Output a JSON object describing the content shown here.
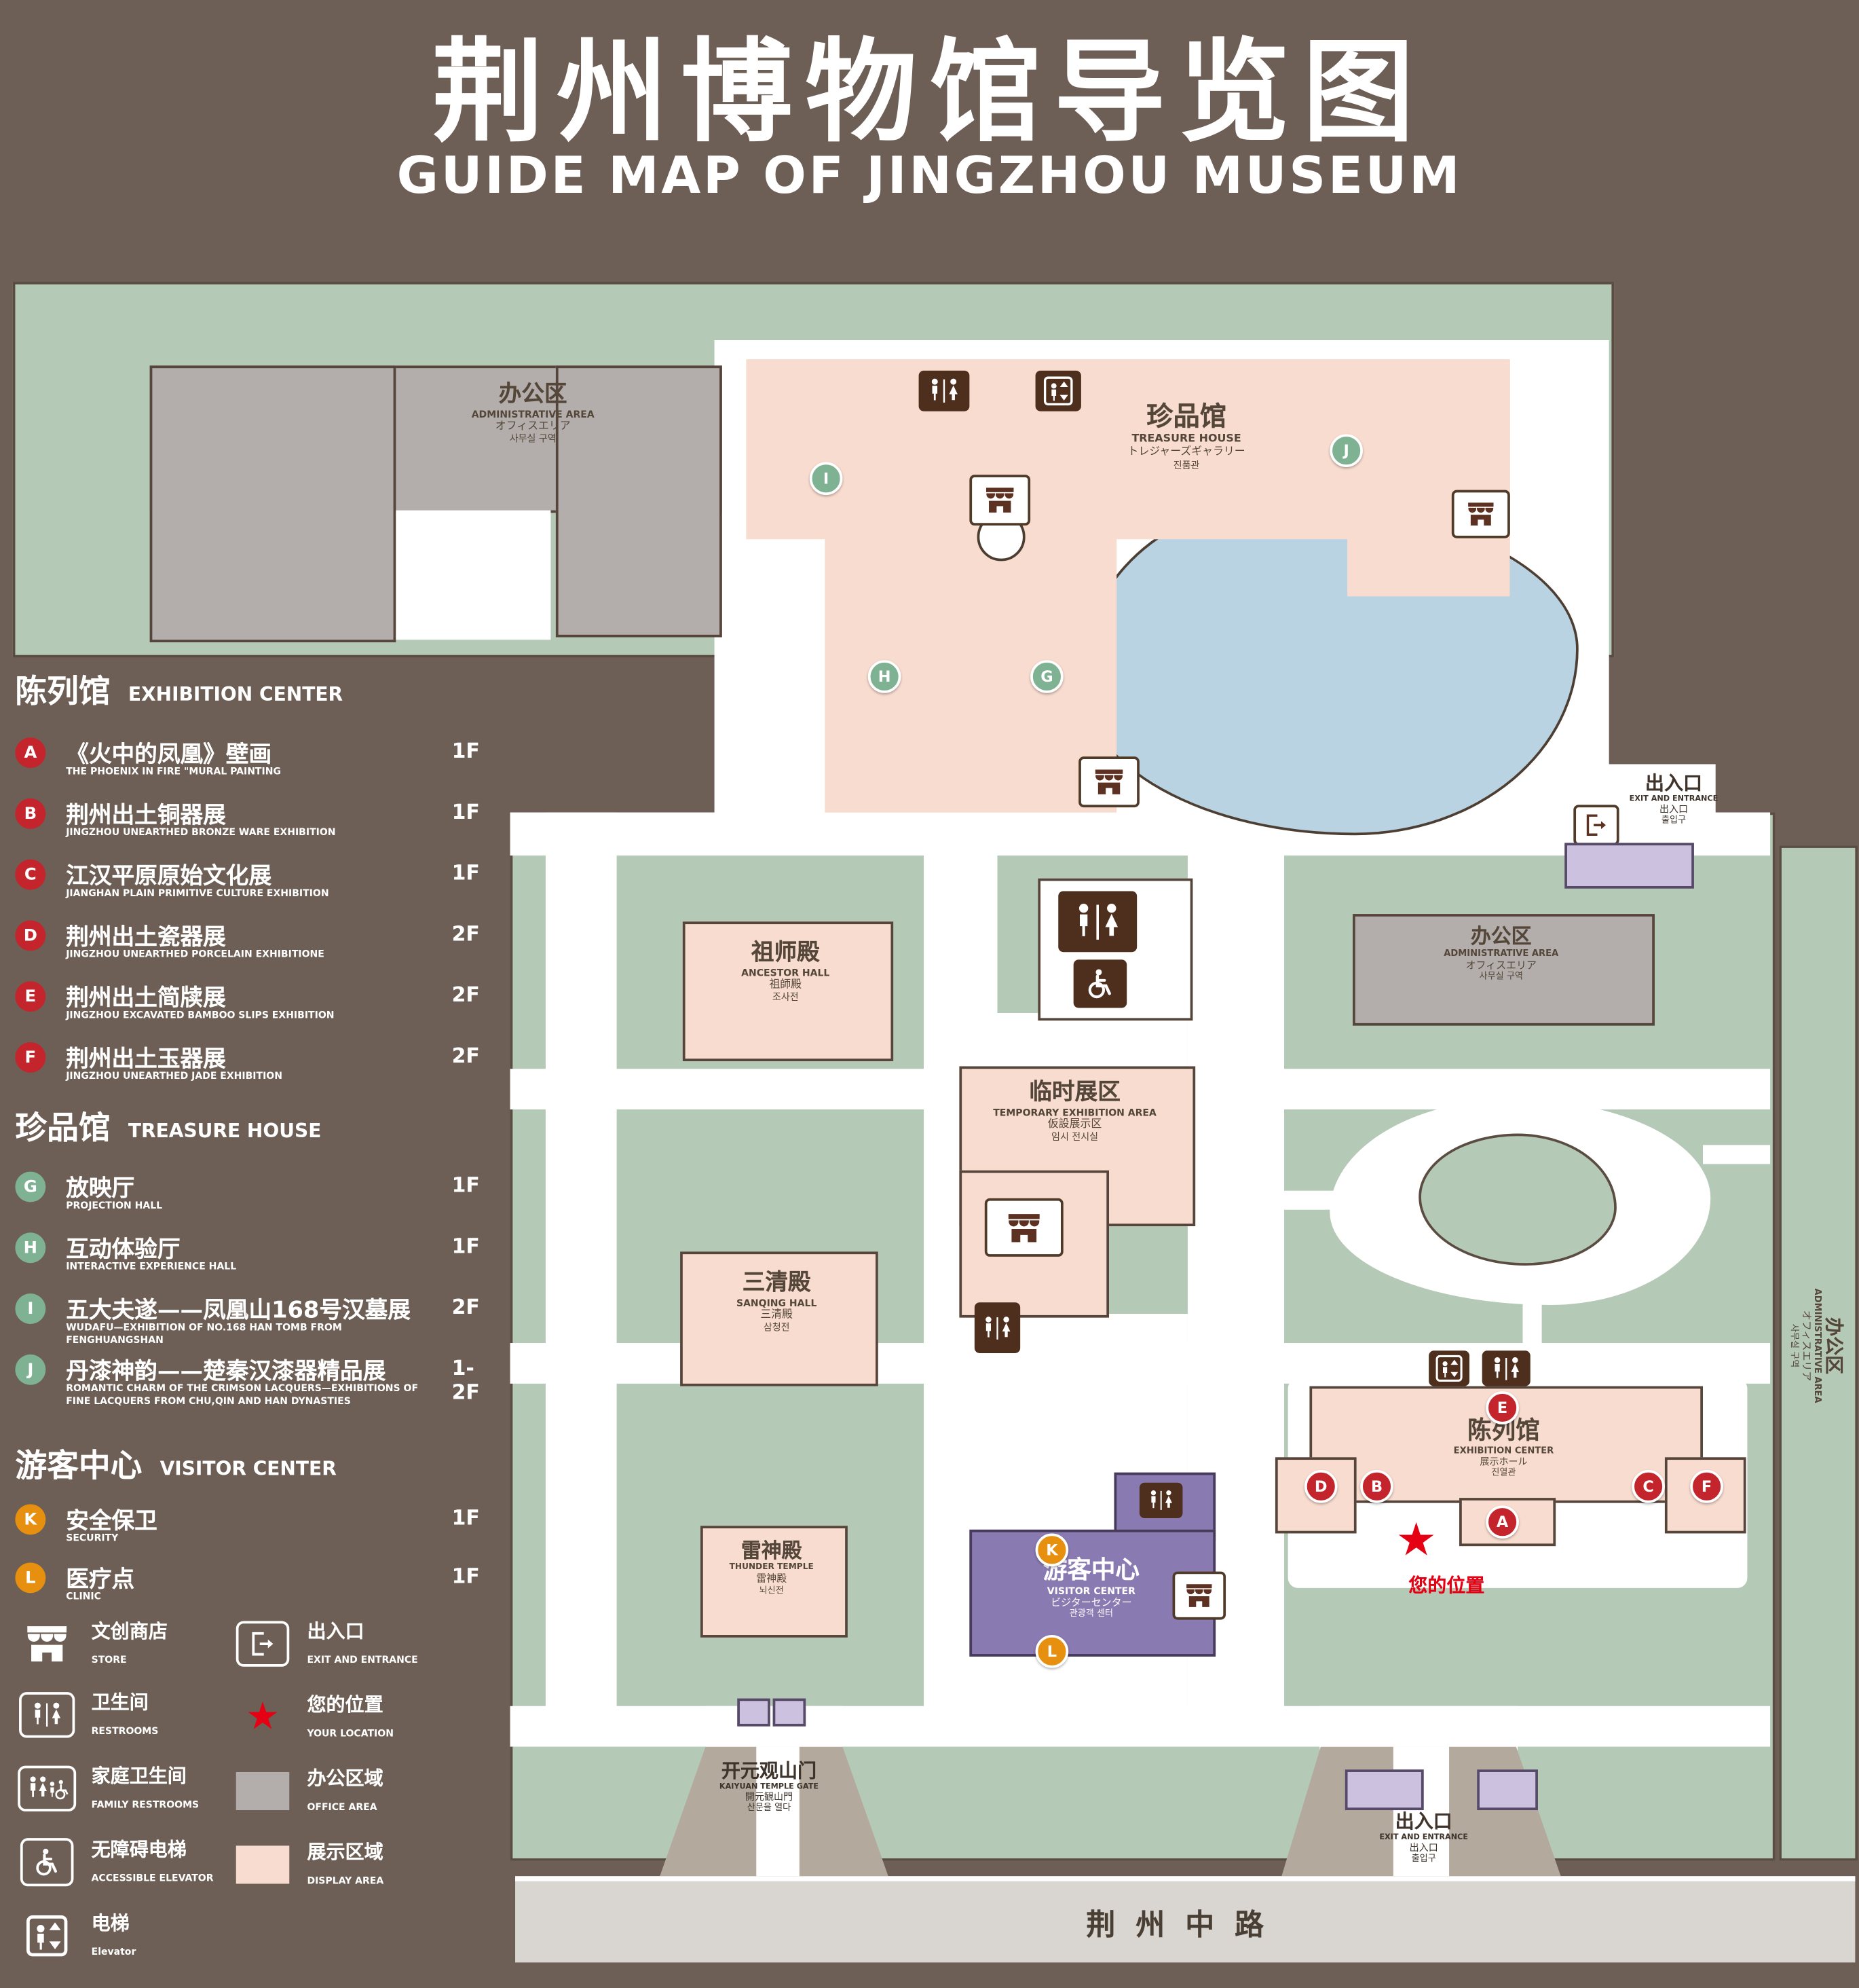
{
  "title": {
    "zh": "荆州博物馆导览图",
    "en": "GUIDE MAP OF JINGZHOU MUSEUM"
  },
  "icons": {
    "star": "★"
  },
  "colors": {
    "background": "#6d5f55",
    "grounds_green": "#b5c9b7",
    "display_area_pink": "#f8dcd0",
    "office_area_gray": "#b3aeab",
    "water_blue": "#b9d3e3",
    "visitor_center_purple": "#8a7ab2",
    "entrance_lilac": "#ccc2df",
    "marker_red": "#c4242b",
    "marker_green": "#7eb292",
    "marker_orange": "#e78f0e",
    "location_red": "#e60013",
    "icon_brown": "#4e2e1d"
  },
  "legend": {
    "sections": [
      {
        "zh": "陈列馆",
        "en": "EXHIBITION CENTER",
        "items": [
          {
            "letter": "A",
            "zh": "《火中的凤凰》壁画",
            "en": "THE PHOENIX IN FIRE \"MURAL PAINTING",
            "floor": "1F"
          },
          {
            "letter": "B",
            "zh": "荆州出土铜器展",
            "en": "JINGZHOU UNEARTHED BRONZE WARE EXHIBITION",
            "floor": "1F"
          },
          {
            "letter": "C",
            "zh": "江汉平原原始文化展",
            "en": "JIANGHAN PLAIN PRIMITIVE CULTURE EXHIBITION",
            "floor": "1F"
          },
          {
            "letter": "D",
            "zh": "荆州出土瓷器展",
            "en": "JINGZHOU UNEARTHED PORCELAIN EXHIBITIONE",
            "floor": "2F"
          },
          {
            "letter": "E",
            "zh": "荆州出土简牍展",
            "en": "JINGZHOU EXCAVATED BAMBOO SLIPS EXHIBITION",
            "floor": "2F"
          },
          {
            "letter": "F",
            "zh": "荆州出土玉器展",
            "en": "JINGZHOU UNEARTHED JADE EXHIBITION",
            "floor": "2F"
          }
        ]
      },
      {
        "zh": "珍品馆",
        "en": "TREASURE HOUSE",
        "items": [
          {
            "letter": "G",
            "zh": "放映厅",
            "en": "PROJECTION HALL",
            "floor": "1F"
          },
          {
            "letter": "H",
            "zh": "互动体验厅",
            "en": "INTERACTIVE EXPERIENCE HALL",
            "floor": "1F"
          },
          {
            "letter": "I",
            "zh": "五大夫遂——凤凰山168号汉墓展",
            "en": "WUDAFU—EXHIBITION OF NO.168 HAN TOMB FROM FENGHUANGSHAN",
            "floor": "2F"
          },
          {
            "letter": "J",
            "zh": "丹漆神韵——楚秦汉漆器精品展",
            "en": "ROMANTIC CHARM OF THE CRIMSON LACQUERS—EXHIBITIONS OF FINE LACQUERS FROM CHU,QIN AND HAN DYNASTIES",
            "floor": "1-2F"
          }
        ]
      },
      {
        "zh": "游客中心",
        "en": "VISITOR CENTER",
        "items": [
          {
            "letter": "K",
            "zh": "安全保卫",
            "en": "SECURITY",
            "floor": "1F"
          },
          {
            "letter": "L",
            "zh": "医疗点",
            "en": "CLINIC",
            "floor": "1F"
          }
        ]
      }
    ],
    "facilities": [
      {
        "icon": "store-icon",
        "zh": "文创商店",
        "en": "STORE"
      },
      {
        "icon": "exit-icon",
        "zh": "出入口",
        "en": "EXIT AND ENTRANCE"
      },
      {
        "icon": "restroom-icon",
        "zh": "卫生间",
        "en": "RESTROOMS"
      },
      {
        "icon": "location-star",
        "zh": "您的位置",
        "en": "YOUR LOCATION"
      },
      {
        "icon": "family-restroom-icon",
        "zh": "家庭卫生间",
        "en": "FAMILY RESTROOMS"
      },
      {
        "icon": "office-area-swatch",
        "zh": "办公区域",
        "en": "OFFICE AREA"
      },
      {
        "icon": "accessible-elevator-icon",
        "zh": "无障碍电梯",
        "en": "ACCESSIBLE ELEVATOR"
      },
      {
        "icon": "display-area-swatch",
        "zh": "展示区域",
        "en": "DISPLAY AREA"
      },
      {
        "icon": "elevator-icon",
        "zh": "电梯",
        "en": "Elevator"
      }
    ]
  },
  "map": {
    "buildings": {
      "admin_nw": {
        "zh": "办公区",
        "en": "ADMINISTRATIVE AREA",
        "ja": "オフィスエリア",
        "ko": "사무실 구역"
      },
      "treasure": {
        "zh": "珍品馆",
        "en": "TREASURE HOUSE",
        "ja": "トレジャーズギャラリー",
        "ko": "진품관"
      },
      "ancestor": {
        "zh": "祖师殿",
        "en": "ANCESTOR HALL",
        "ja": "祖師殿",
        "ko": "조사전"
      },
      "admin_e": {
        "zh": "办公区",
        "en": "ADMINISTRATIVE AREA",
        "ja": "オフィスエリア",
        "ko": "사무실 구역"
      },
      "admin_strip": {
        "zh": "办公区",
        "en": "ADMINISTRATIVE AREA",
        "ja": "オフィスエリア",
        "ko": "사무실 구역"
      },
      "temp": {
        "zh": "临时展区",
        "en": "TEMPORARY EXHIBITION AREA",
        "ja": "仮設展示区",
        "ko": "임시 전시실"
      },
      "sanqing": {
        "zh": "三清殿",
        "en": "SANQING HALL",
        "ja": "三清殿",
        "ko": "삼청전"
      },
      "exhibition": {
        "zh": "陈列馆",
        "en": "EXHIBITION CENTER",
        "ja": "展示ホール",
        "ko": "진열관"
      },
      "thunder": {
        "zh": "雷神殿",
        "en": "THUNDER TEMPLE",
        "ja": "雷神殿",
        "ko": "뇌신전"
      },
      "visitor": {
        "zh": "游客中心",
        "en": "VISITOR CENTER",
        "ja": "ビジターセンター",
        "ko": "관광객 센터"
      }
    },
    "poi": {
      "exit_east": {
        "zh": "出入口",
        "en": "EXIT AND ENTRANCE",
        "ja": "出入口",
        "ko": "출입구"
      },
      "exit_south": {
        "zh": "出入口",
        "en": "EXIT AND ENTRANCE",
        "ja": "出入口",
        "ko": "출입구"
      },
      "gate": {
        "zh": "开元观山门",
        "en": "KAIYUAN TEMPLE GATE",
        "ja": "開元観山門",
        "ko": "산문을 열다"
      },
      "your_location": {
        "zh": "您的位置"
      },
      "road": {
        "zh": "荆州中路"
      }
    },
    "markers": {
      "A": "A",
      "B": "B",
      "C": "C",
      "D": "D",
      "E": "E",
      "F": "F",
      "G": "G",
      "H": "H",
      "I": "I",
      "J": "J",
      "K": "K",
      "L": "L"
    }
  }
}
